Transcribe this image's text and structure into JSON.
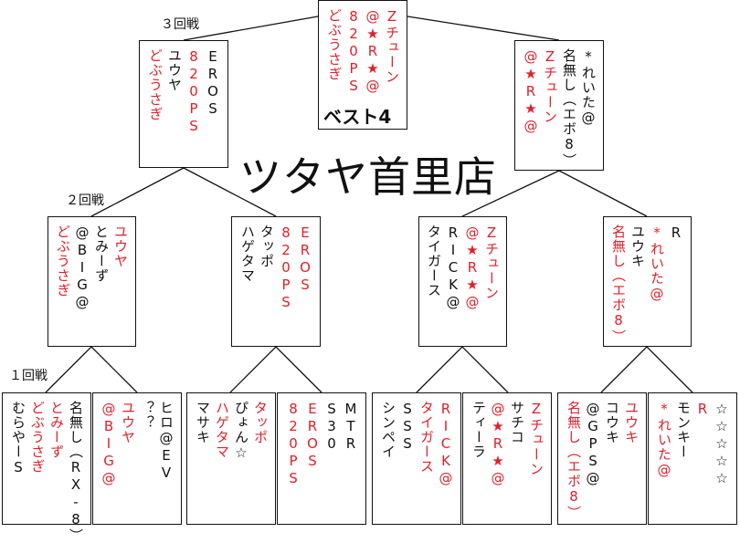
{
  "venue": "ツタヤ首里店",
  "best4_label": "ベスト4",
  "round_labels": {
    "r3": "３回戦",
    "r2": "２回戦",
    "r1": "１回戦"
  },
  "colors": {
    "winner": "#e0202a",
    "normal": "#111111"
  },
  "final": {
    "names": [
      {
        "text": "Zチューン",
        "red": true
      },
      {
        "text": "@★R★@",
        "red": true
      },
      {
        "text": "820PS",
        "red": true
      },
      {
        "text": "どぶうさぎ",
        "red": true
      }
    ]
  },
  "round3": [
    {
      "names": [
        {
          "text": "EROS",
          "red": false
        },
        {
          "text": "820PS",
          "red": true
        },
        {
          "text": "ユウヤ",
          "red": false
        },
        {
          "text": "どぶうさぎ",
          "red": true
        }
      ]
    },
    {
      "names": [
        {
          "text": "*れいた@",
          "red": false
        },
        {
          "text": "名無し（エボ8）",
          "red": false
        },
        {
          "text": "Zチューン",
          "red": true
        },
        {
          "text": "@★R★@",
          "red": true
        }
      ]
    }
  ],
  "round2": [
    {
      "names": [
        {
          "text": "ユウヤ",
          "red": true
        },
        {
          "text": "とみーず",
          "red": false
        },
        {
          "text": "@BIG@",
          "red": false
        },
        {
          "text": "どぶうさぎ",
          "red": true
        }
      ]
    },
    {
      "names": [
        {
          "text": "EROS",
          "red": true
        },
        {
          "text": "820PS",
          "red": true
        },
        {
          "text": "タッポ",
          "red": false
        },
        {
          "text": "ハゲタマ",
          "red": false
        }
      ]
    },
    {
      "names": [
        {
          "text": "Zチューン",
          "red": true
        },
        {
          "text": "@★R★@",
          "red": true
        },
        {
          "text": "RICK@",
          "red": false
        },
        {
          "text": "タイガース",
          "red": false
        }
      ]
    },
    {
      "names": [
        {
          "text": "R",
          "red": false
        },
        {
          "text": "*れいた@",
          "red": true
        },
        {
          "text": "ユウキ",
          "red": false
        },
        {
          "text": "名無し（エボ8）",
          "red": true
        }
      ]
    }
  ],
  "round1": [
    {
      "names": [
        {
          "text": "名無し（RX-8）",
          "red": false
        },
        {
          "text": "とみーず",
          "red": true
        },
        {
          "text": "どぶうさぎ",
          "red": true
        },
        {
          "text": "むらやーS",
          "red": false
        }
      ]
    },
    {
      "names": [
        {
          "text": "ヒロ@EV",
          "red": false
        },
        {
          "text": "？？",
          "red": false
        },
        {
          "text": "ユウヤ",
          "red": true
        },
        {
          "text": "@BIG@",
          "red": true
        }
      ]
    },
    {
      "names": [
        {
          "text": "タッポ",
          "red": true
        },
        {
          "text": "ぴょん☆",
          "red": false
        },
        {
          "text": "ハゲタマ",
          "red": true
        },
        {
          "text": "マサキ",
          "red": false
        }
      ]
    },
    {
      "names": [
        {
          "text": "MTR",
          "red": false
        },
        {
          "text": "S30",
          "red": false
        },
        {
          "text": "EROS",
          "red": true
        },
        {
          "text": "820PS",
          "red": true
        }
      ]
    },
    {
      "names": [
        {
          "text": "RICK@",
          "red": true
        },
        {
          "text": "タイガース",
          "red": true
        },
        {
          "text": "SSS",
          "red": false
        },
        {
          "text": "シンペイ",
          "red": false
        }
      ]
    },
    {
      "names": [
        {
          "text": "Zチューン",
          "red": true
        },
        {
          "text": "サチコ",
          "red": false
        },
        {
          "text": "@★R★@",
          "red": true
        },
        {
          "text": "ティーラ",
          "red": false
        }
      ]
    },
    {
      "names": [
        {
          "text": "ユウキ",
          "red": true
        },
        {
          "text": "コウキ",
          "red": false
        },
        {
          "text": "@GPS@",
          "red": false
        },
        {
          "text": "名無し（エボ8）",
          "red": true
        }
      ]
    },
    {
      "names": [
        {
          "text": "☆☆☆☆☆",
          "red": false
        },
        {
          "text": "R",
          "red": true
        },
        {
          "text": "モンキー",
          "red": false
        },
        {
          "text": "*れいた@",
          "red": true
        }
      ]
    }
  ]
}
